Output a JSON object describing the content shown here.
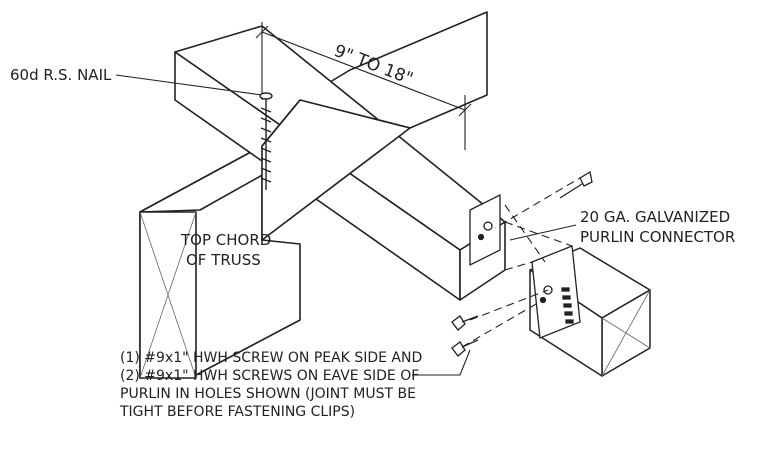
{
  "labels": {
    "dimension": "9\" TO 18\"",
    "nail": "60d R.S. NAIL",
    "connector_line1": "20 GA. GALVANIZED",
    "connector_line2": "PURLIN CONNECTOR",
    "chord_line1": "TOP CHORD",
    "chord_line2": "OF TRUSS",
    "screw_note_line1": "(1) #9x1\" HWH SCREW ON PEAK SIDE AND",
    "screw_note_line2": "(2) #9x1\" HWH SCREWS ON EAVE SIDE OF",
    "screw_note_line3": "PURLIN IN HOLES SHOWN (JOINT MUST BE",
    "screw_note_line4": "TIGHT BEFORE FASTENING CLIPS)"
  },
  "colors": {
    "ink": "#222222",
    "wood_fill": "#ffffff",
    "end_grain": "#666666"
  }
}
